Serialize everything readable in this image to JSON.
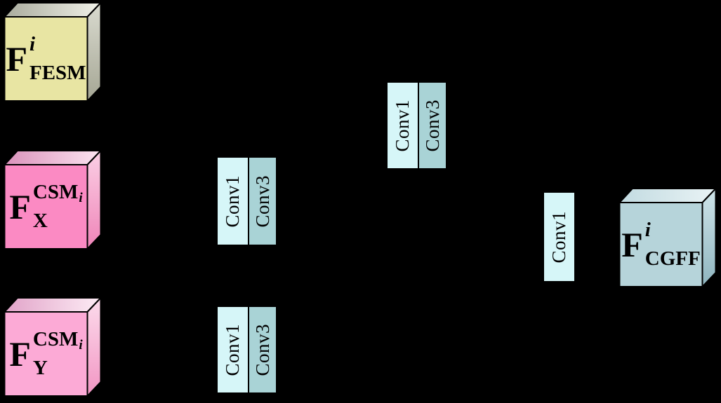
{
  "diagram": {
    "title": "cross-guided feature fusion block diagram",
    "background_color": "#000000",
    "nodes": {
      "fesm": {
        "base": "F",
        "sup": "i",
        "sub": "FESM",
        "face_color": "#e8e5a3"
      },
      "csm_x": {
        "base": "F",
        "sup": "CSM",
        "sup_sub": "i",
        "sub": "X",
        "face_color": "#fb8ac3"
      },
      "csm_y": {
        "base": "F",
        "sup": "CSM",
        "sup_sub": "i",
        "sub": "Y",
        "face_color": "#fcaad6"
      },
      "cgff": {
        "base": "F",
        "sup": "i",
        "sub": "CGFF",
        "face_color": "#b6d4da"
      }
    },
    "ops": {
      "conv1": "Conv1",
      "conv3": "Conv3"
    },
    "op_colors": {
      "conv1_fill": "#d6f6f8",
      "conv3_fill": "#a9d3d6",
      "border": "#000000"
    }
  }
}
